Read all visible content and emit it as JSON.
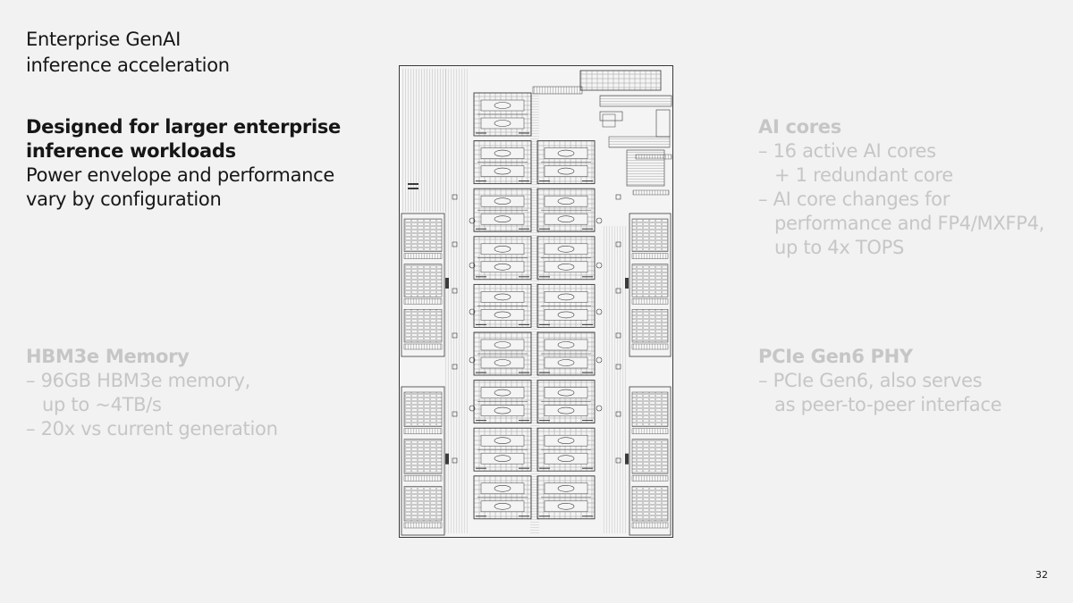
{
  "title": {
    "line1": "Enterprise GenAI",
    "line2": "inference acceleration"
  },
  "primary": {
    "heading1": "Designed for larger enterprise",
    "heading2": "inference workloads",
    "body1": "Power envelope and performance",
    "body2": "vary by configuration"
  },
  "ai_cores": {
    "heading": "AI cores",
    "l1": "– 16 active AI cores",
    "l2": "+ 1 redundant core",
    "l3": "– AI core changes for",
    "l4": "performance and FP4/MXFP4,",
    "l5": "up to 4x TOPS"
  },
  "hbm": {
    "heading": "HBM3e Memory",
    "l1": "– 96GB HBM3e memory,",
    "l2": "up to ~4TB/s",
    "l3": "– 20x vs current generation"
  },
  "pcie": {
    "heading": "PCIe Gen6 PHY",
    "l1": "– PCIe Gen6, also serves",
    "l2": "as peer-to-peer interface"
  },
  "page_number": "32",
  "colors": {
    "background": "#f2f2f2",
    "text": "#161616",
    "muted_text": "#c6c6c6",
    "diagram_line": "#3a3a3a"
  },
  "diagram": {
    "core_rows": 9,
    "core_columns": 2,
    "hbm_stacks_per_side": 2
  }
}
